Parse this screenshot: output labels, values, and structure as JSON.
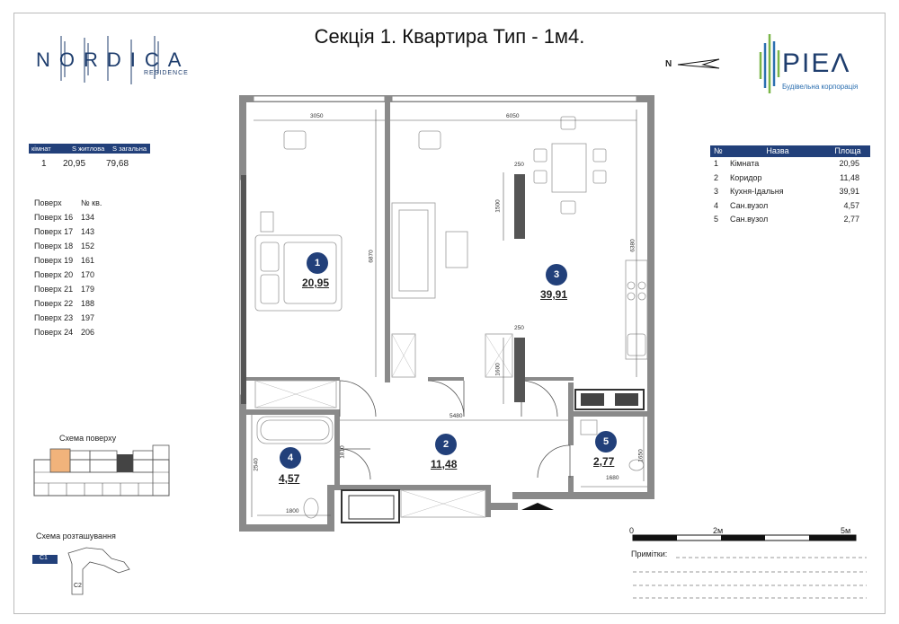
{
  "title": "Секція 1. Квартира Тип - 1м4.",
  "logos": {
    "nordica": "NORDICA",
    "nordica_sub": "RESIDENCE",
    "riel": "PIEΛ",
    "riel_sub": "Будівельна корпорація"
  },
  "compass_label": "N",
  "summary": {
    "headers": [
      "кімнат",
      "S житлова",
      "S загальна"
    ],
    "rooms": "1",
    "living_area": "20,95",
    "total_area": "79,68"
  },
  "floors": {
    "header_floor": "Поверх",
    "header_apt": "№ кв.",
    "rows": [
      {
        "floor": "Поверх 16",
        "apt": "134"
      },
      {
        "floor": "Поверх 17",
        "apt": "143"
      },
      {
        "floor": "Поверх 18",
        "apt": "152"
      },
      {
        "floor": "Поверх 19",
        "apt": "161"
      },
      {
        "floor": "Поверх 20",
        "apt": "170"
      },
      {
        "floor": "Поверх 21",
        "apt": "179"
      },
      {
        "floor": "Поверх 22",
        "apt": "188"
      },
      {
        "floor": "Поверх 23",
        "apt": "197"
      },
      {
        "floor": "Поверх 24",
        "apt": "206"
      }
    ]
  },
  "floor_scheme_label": "Схема поверху",
  "location_scheme_label": "Схема розташування",
  "location_tags": [
    "C1",
    "C2"
  ],
  "legend": {
    "headers": [
      "№",
      "Назва",
      "Площа"
    ],
    "rows": [
      {
        "n": "1",
        "name": "Кімната",
        "area": "20,95"
      },
      {
        "n": "2",
        "name": "Коридор",
        "area": "11,48"
      },
      {
        "n": "3",
        "name": "Кухня-Ідальня",
        "area": "39,91"
      },
      {
        "n": "4",
        "name": "Сан.вузол",
        "area": "4,57"
      },
      {
        "n": "5",
        "name": "Сан.вузол",
        "area": "2,77"
      }
    ]
  },
  "rooms": [
    {
      "n": "1",
      "area": "20,95"
    },
    {
      "n": "2",
      "area": "11,48"
    },
    {
      "n": "3",
      "area": "39,91"
    },
    {
      "n": "4",
      "area": "4,57"
    },
    {
      "n": "5",
      "area": "2,77"
    }
  ],
  "dimensions": {
    "d3050": "3050",
    "d6050": "6050",
    "d6870": "6870",
    "d6380": "6380",
    "d250a": "250",
    "d1500": "1500",
    "d250b": "250",
    "d1600": "1600",
    "d5480": "5480",
    "d2540": "2540",
    "d1810": "1810",
    "d1800": "1800",
    "d1650": "1650",
    "d1680": "1680"
  },
  "scale": {
    "s0": "0",
    "s2": "2м",
    "s5": "5м"
  },
  "notes_label": "Примітки:",
  "colors": {
    "brand": "#22407a",
    "wall": "#8a8a8a",
    "accent_green": "#7ab648"
  }
}
